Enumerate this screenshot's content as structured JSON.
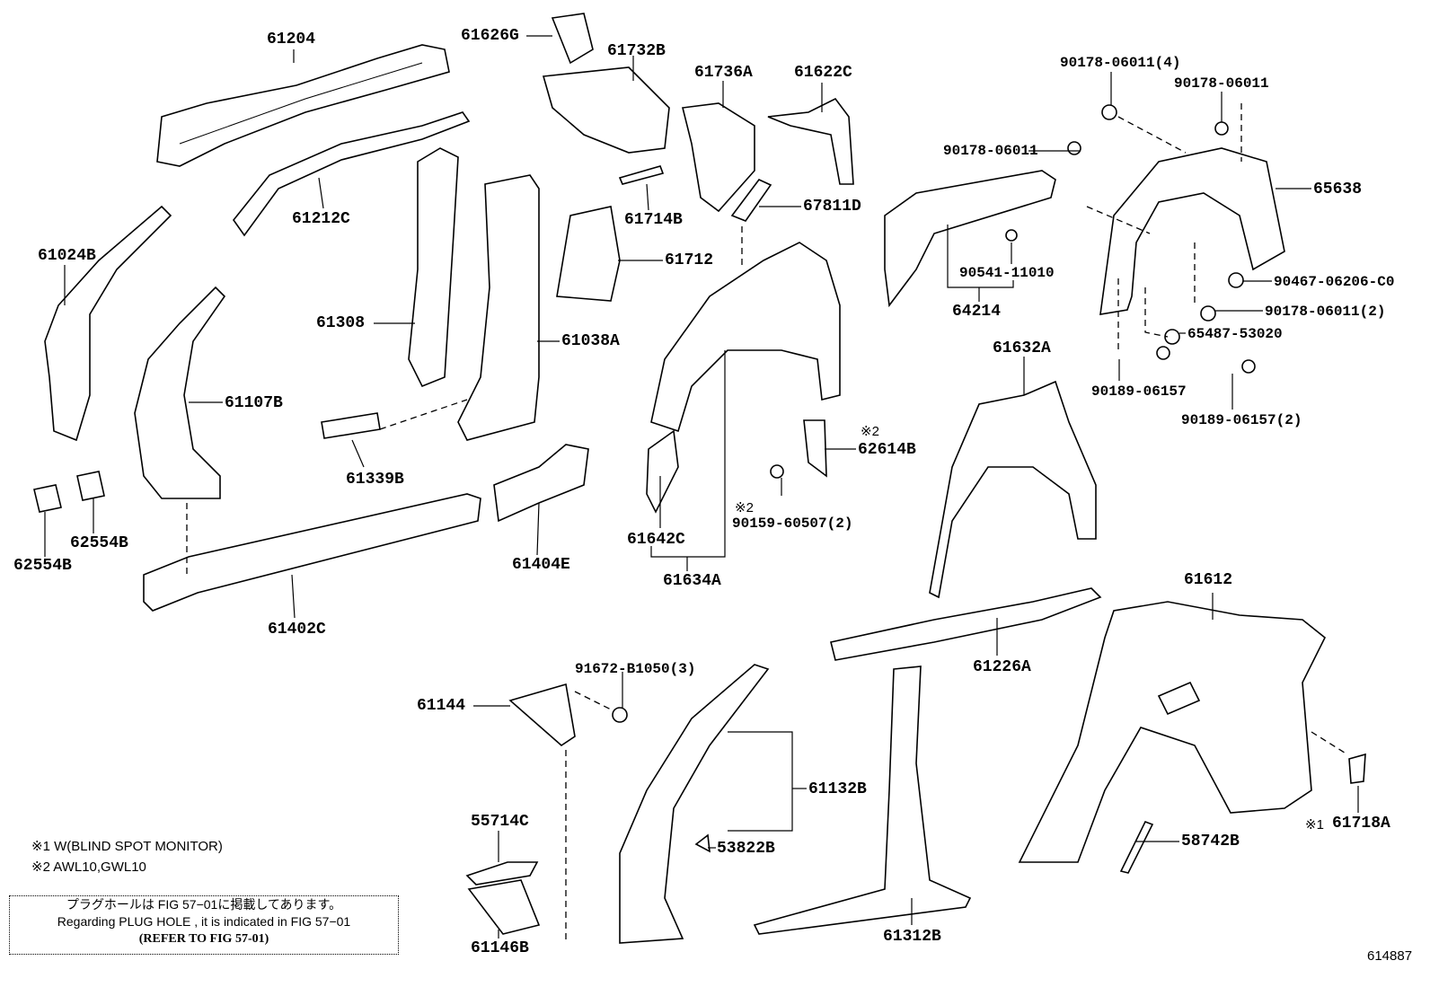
{
  "parts": {
    "p61204": "61204",
    "p61626G": "61626G",
    "p61732B": "61732B",
    "p61736A": "61736A",
    "p61622C": "61622C",
    "p90178_06011_4": "90178-06011(4)",
    "p90178_06011_r": "90178-06011",
    "p90178_06011_l": "90178-06011",
    "p65638": "65638",
    "p61212C": "61212C",
    "p61714B": "61714B",
    "p67811D": "67811D",
    "p61024B": "61024B",
    "p61712": "61712",
    "p90541_11010": "90541-11010",
    "p90467_06206_C0": "90467-06206-C0",
    "p64214": "64214",
    "p90178_06011_2": "90178-06011(2)",
    "p61308": "61308",
    "p61038A": "61038A",
    "p65487_53020": "65487-53020",
    "p61632A": "61632A",
    "p90189_06157": "90189-06157",
    "p61107B": "61107B",
    "p90189_06157_2": "90189-06157(2)",
    "p62614B": "62614B",
    "p61339B": "61339B",
    "p90159_60507_2": "90159-60507(2)",
    "p62554B_a": "62554B",
    "p62554B_b": "62554B",
    "p61642C": "61642C",
    "p61404E": "61404E",
    "p61612": "61612",
    "p61634A": "61634A",
    "p61402C": "61402C",
    "p61226A": "61226A",
    "p91672_B1050_3": "91672-B1050(3)",
    "p61144": "61144",
    "p61132B": "61132B",
    "p55714C": "55714C",
    "p61718A": "61718A",
    "p58742B": "58742B",
    "p53822B": "53822B",
    "p61146B": "61146B",
    "p61312B": "61312B"
  },
  "marks": {
    "note1": "※1",
    "note2": "※2"
  },
  "notes": {
    "n1": "※1 W(BLIND SPOT MONITOR)",
    "n2": "※2 AWL10,GWL10",
    "box_jp": "プラグホールは FIG 57−01に掲載してあります。",
    "box_en": "Regarding  PLUG  HOLE , it is indicated in FIG  57−01",
    "box_ref": "(REFER TO FIG 57-01)"
  },
  "figure_id": "614887"
}
